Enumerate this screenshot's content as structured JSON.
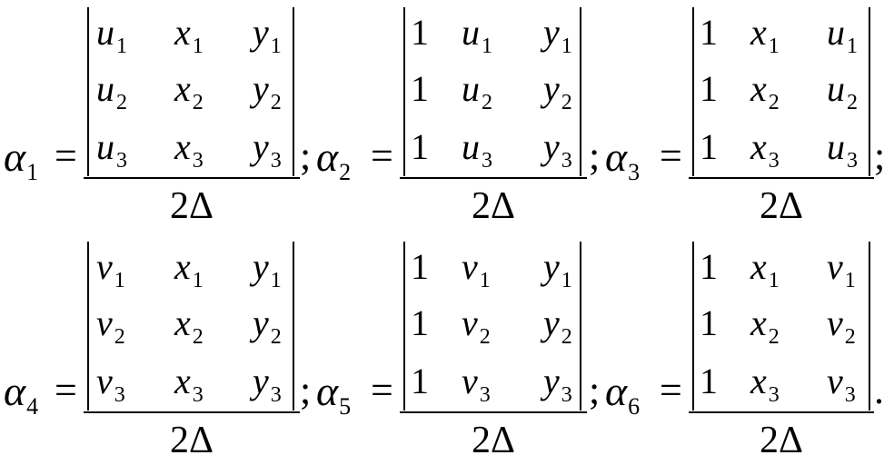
{
  "equation_sign": "=",
  "denominator": "2Δ",
  "rows": [
    {
      "terms": [
        {
          "name": "α",
          "index": "1",
          "separator": ";",
          "matrix": [
            [
              {
                "s": "u",
                "i": "1"
              },
              {
                "s": "x",
                "i": "1"
              },
              {
                "s": "y",
                "i": "1"
              }
            ],
            [
              {
                "s": "u",
                "i": "2"
              },
              {
                "s": "x",
                "i": "2"
              },
              {
                "s": "y",
                "i": "2"
              }
            ],
            [
              {
                "s": "u",
                "i": "3"
              },
              {
                "s": "x",
                "i": "3"
              },
              {
                "s": "y",
                "i": "3"
              }
            ]
          ]
        },
        {
          "name": "α",
          "index": "2",
          "separator": ";",
          "matrix": [
            [
              {
                "s": "1",
                "i": ""
              },
              {
                "s": "u",
                "i": "1"
              },
              {
                "s": "y",
                "i": "1"
              }
            ],
            [
              {
                "s": "1",
                "i": ""
              },
              {
                "s": "u",
                "i": "2"
              },
              {
                "s": "y",
                "i": "2"
              }
            ],
            [
              {
                "s": "1",
                "i": ""
              },
              {
                "s": "u",
                "i": "3"
              },
              {
                "s": "y",
                "i": "3"
              }
            ]
          ]
        },
        {
          "name": "α",
          "index": "3",
          "separator": ";",
          "matrix": [
            [
              {
                "s": "1",
                "i": ""
              },
              {
                "s": "x",
                "i": "1"
              },
              {
                "s": "u",
                "i": "1"
              }
            ],
            [
              {
                "s": "1",
                "i": ""
              },
              {
                "s": "x",
                "i": "2"
              },
              {
                "s": "u",
                "i": "2"
              }
            ],
            [
              {
                "s": "1",
                "i": ""
              },
              {
                "s": "x",
                "i": "3"
              },
              {
                "s": "u",
                "i": "3"
              }
            ]
          ]
        }
      ]
    },
    {
      "terms": [
        {
          "name": "α",
          "index": "4",
          "separator": ";",
          "matrix": [
            [
              {
                "s": "v",
                "i": "1"
              },
              {
                "s": "x",
                "i": "1"
              },
              {
                "s": "y",
                "i": "1"
              }
            ],
            [
              {
                "s": "v",
                "i": "2"
              },
              {
                "s": "x",
                "i": "2"
              },
              {
                "s": "y",
                "i": "2"
              }
            ],
            [
              {
                "s": "v",
                "i": "3"
              },
              {
                "s": "x",
                "i": "3"
              },
              {
                "s": "y",
                "i": "3"
              }
            ]
          ]
        },
        {
          "name": "α",
          "index": "5",
          "separator": ";",
          "matrix": [
            [
              {
                "s": "1",
                "i": ""
              },
              {
                "s": "v",
                "i": "1"
              },
              {
                "s": "y",
                "i": "1"
              }
            ],
            [
              {
                "s": "1",
                "i": ""
              },
              {
                "s": "v",
                "i": "2"
              },
              {
                "s": "y",
                "i": "2"
              }
            ],
            [
              {
                "s": "1",
                "i": ""
              },
              {
                "s": "v",
                "i": "3"
              },
              {
                "s": "y",
                "i": "3"
              }
            ]
          ]
        },
        {
          "name": "α",
          "index": "6",
          "separator": ".",
          "matrix": [
            [
              {
                "s": "1",
                "i": ""
              },
              {
                "s": "x",
                "i": "1"
              },
              {
                "s": "v",
                "i": "1"
              }
            ],
            [
              {
                "s": "1",
                "i": ""
              },
              {
                "s": "x",
                "i": "2"
              },
              {
                "s": "v",
                "i": "2"
              }
            ],
            [
              {
                "s": "1",
                "i": ""
              },
              {
                "s": "x",
                "i": "3"
              },
              {
                "s": "v",
                "i": "3"
              }
            ]
          ]
        }
      ]
    }
  ]
}
